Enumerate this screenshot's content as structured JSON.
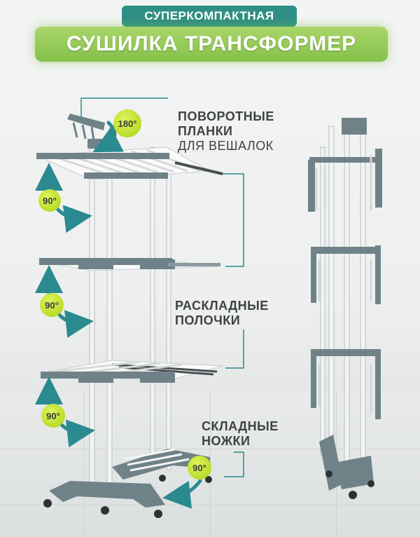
{
  "header": {
    "tagline": "СУПЕРКОМПАКТНАЯ",
    "title": "СУШИЛКА ТРАНСФОРМЕР"
  },
  "features": {
    "rotating_bars": {
      "line1": "ПОВОРОТНЫЕ",
      "line2": "ПЛАНКИ",
      "line3": "ДЛЯ ВЕШАЛОК"
    },
    "folding_shelves": {
      "line1": "РАСКЛАДНЫЕ",
      "line2": "ПОЛОЧКИ"
    },
    "folding_legs": {
      "line1": "СКЛАДНЫЕ",
      "line2": "НОЖКИ"
    }
  },
  "angles": {
    "top_rotation": "180°",
    "shelf_1": "90°",
    "shelf_2": "90°",
    "shelf_3": "90°",
    "legs": "90°"
  },
  "colors": {
    "frame_gray": "#6f8288",
    "rail_white": "#f4f5f5",
    "arrow_teal": "#2a8a8f",
    "badge_teal": "#2f8f85",
    "badge_green": "#8bc34a",
    "circle_lime": "#c3e03a"
  }
}
